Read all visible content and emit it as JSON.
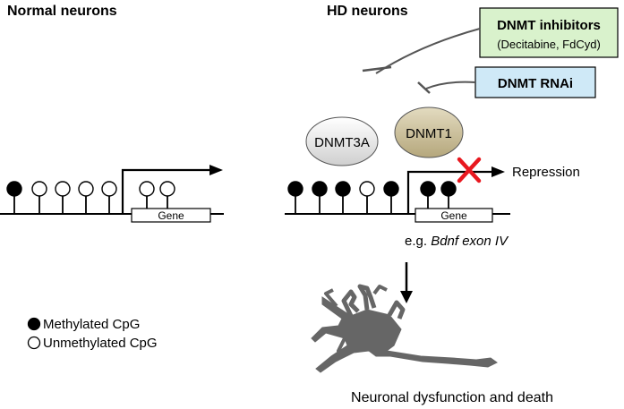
{
  "panels": {
    "normal_title": "Normal neurons",
    "hd_title": "HD neurons"
  },
  "inhibitors": {
    "title": "DNMT inhibitors",
    "subtitle": "(Decitabine, FdCyd)",
    "fill": "#d9f2cc"
  },
  "rnai": {
    "label": "DNMT RNAi",
    "fill": "#cfe9f7"
  },
  "enzymes": {
    "dnmt3a": "DNMT3A",
    "dnmt1": "DNMT1",
    "dnmt3a_fill": "#e6e6e6",
    "dnmt1_fill": "#c9bd97"
  },
  "gene": {
    "label": "Gene",
    "example_prefix": "e.g. ",
    "example_gene": "Bdnf exon IV"
  },
  "repression": "Repression",
  "outcome": "Neuronal dysfunction and death",
  "legend": {
    "methylated": "Methylated CpG",
    "unmethylated": "Unmethylated CpG"
  },
  "colors": {
    "block_mark": "#e8181f",
    "neuron": "#666666"
  }
}
